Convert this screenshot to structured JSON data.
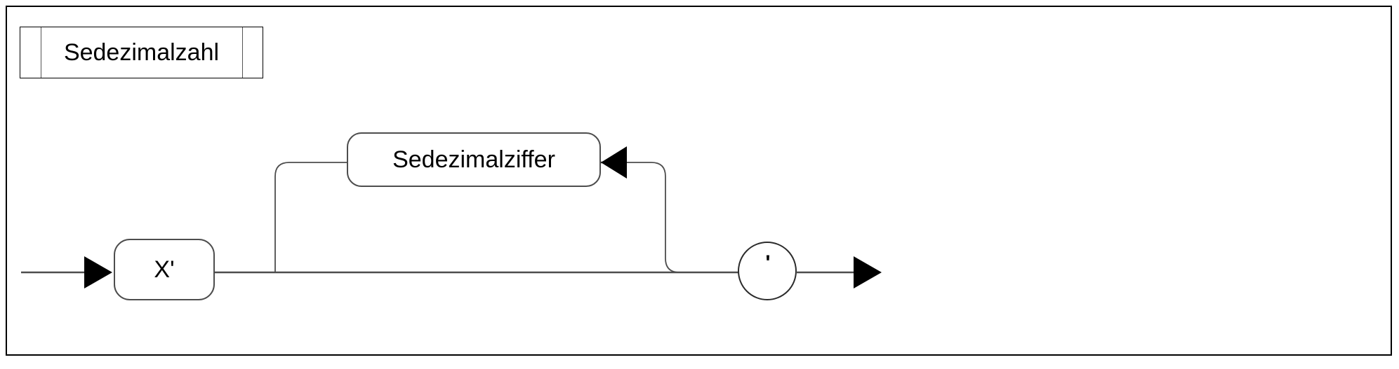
{
  "diagram": {
    "kind": "railroad-syntax-diagram",
    "title": "Sedezimalzahl",
    "frame": {
      "border_color": "#000000",
      "background": "#ffffff"
    },
    "title_box": {
      "label": "Sedezimalzahl",
      "shape": "predefined-process",
      "border_color": "#000000",
      "rule_color": "#555555"
    },
    "nodes": [
      {
        "id": "x-prime",
        "label": "X'",
        "shape": "rounded-rect",
        "role": "terminal-token"
      },
      {
        "id": "sedezimalziffer",
        "label": "Sedezimalziffer",
        "shape": "rounded-rect",
        "role": "nonterminal-reference"
      },
      {
        "id": "quote",
        "label": "'",
        "shape": "circle",
        "role": "terminal-character"
      }
    ],
    "arrows": [
      {
        "id": "entry-arrow",
        "direction": "right",
        "target": "x-prime"
      },
      {
        "id": "loop-arrow",
        "direction": "left",
        "target": "sedezimalziffer"
      },
      {
        "id": "exit-arrow",
        "direction": "right",
        "target": "end"
      }
    ],
    "rail_color": "#4d4d4d",
    "arrow_color": "#000000"
  }
}
